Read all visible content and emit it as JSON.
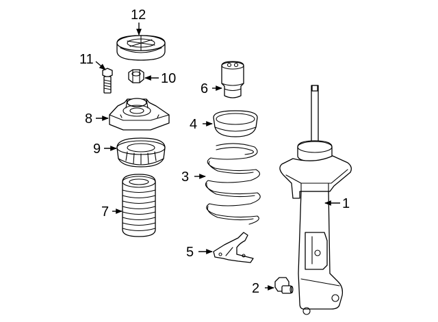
{
  "callouts": [
    {
      "number": "1",
      "part": "strut-assembly"
    },
    {
      "number": "2",
      "part": "bolt"
    },
    {
      "number": "3",
      "part": "coil-spring"
    },
    {
      "number": "4",
      "part": "lower-spring-seat"
    },
    {
      "number": "5",
      "part": "bracket"
    },
    {
      "number": "6",
      "part": "bump-stop"
    },
    {
      "number": "7",
      "part": "dust-boot"
    },
    {
      "number": "8",
      "part": "strut-mount"
    },
    {
      "number": "9",
      "part": "upper-spring-seat"
    },
    {
      "number": "10",
      "part": "nut"
    },
    {
      "number": "11",
      "part": "bolt"
    },
    {
      "number": "12",
      "part": "mount-cap"
    }
  ],
  "colors": {
    "line": "#000000",
    "background": "#ffffff"
  }
}
